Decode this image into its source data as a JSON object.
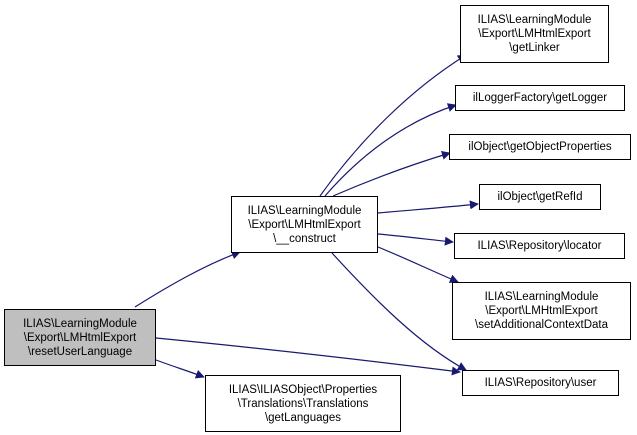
{
  "colors": {
    "edge": "#191970",
    "node_border": "#000000",
    "current_node_fill": "#bfbfbf",
    "node_fill": "#ffffff"
  },
  "nodes": {
    "reset": "ILIAS\\LearningModule\n\\Export\\LMHtmlExport\n\\resetUserLanguage",
    "construct": "ILIAS\\LearningModule\n\\Export\\LMHtmlExport\n\\__construct",
    "getlang": "ILIAS\\ILIASObject\\Properties\n\\Translations\\Translations\n\\getLanguages",
    "getlinker": "ILIAS\\LearningModule\n\\Export\\LMHtmlExport\n\\getLinker",
    "getlogger": "ilLoggerFactory\\getLogger",
    "getobjprop": "ilObject\\getObjectProperties",
    "getrefid": "ilObject\\getRefId",
    "locator": "ILIAS\\Repository\\locator",
    "setaddctx": "ILIAS\\LearningModule\n\\Export\\LMHtmlExport\n\\setAdditionalContextData",
    "user": "ILIAS\\Repository\\user"
  },
  "edges": [
    {
      "from": "reset",
      "to": "construct"
    },
    {
      "from": "reset",
      "to": "user"
    },
    {
      "from": "reset",
      "to": "getlang"
    },
    {
      "from": "construct",
      "to": "getlinker"
    },
    {
      "from": "construct",
      "to": "getlogger"
    },
    {
      "from": "construct",
      "to": "getobjprop"
    },
    {
      "from": "construct",
      "to": "getrefid"
    },
    {
      "from": "construct",
      "to": "locator"
    },
    {
      "from": "construct",
      "to": "setaddctx"
    },
    {
      "from": "construct",
      "to": "user"
    }
  ]
}
